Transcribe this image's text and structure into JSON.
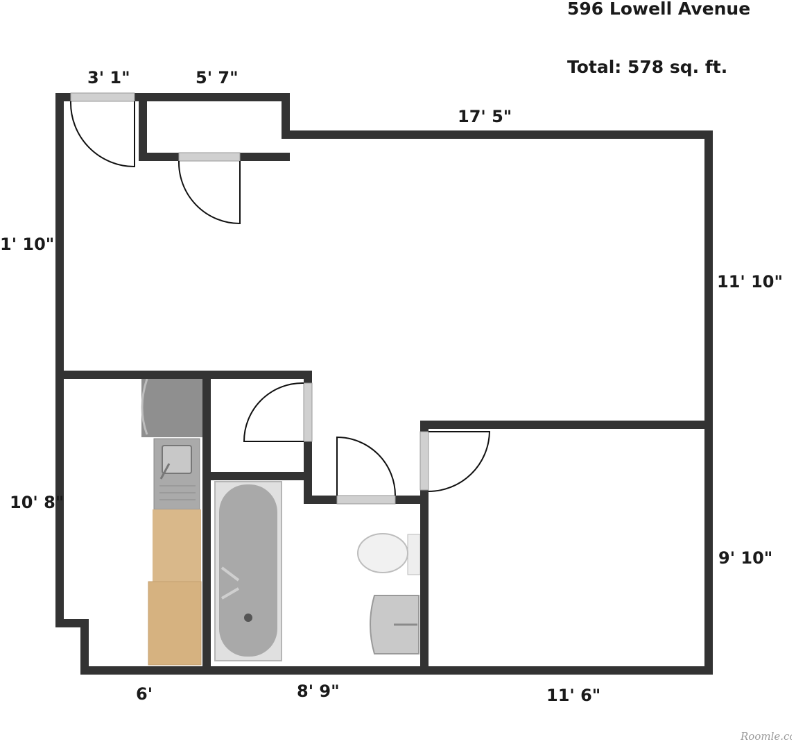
{
  "header": {
    "address": "596 Lowell Avenue",
    "total": "Total: 578 sq. ft."
  },
  "dimensions": {
    "top_closet_left": "3' 1\"",
    "top_closet_right": "5' 7\"",
    "top_main": "17' 5\"",
    "left_upper": "1'  10\"",
    "left_lower": "10' 8\"",
    "right_upper": "11' 10\"",
    "right_lower": "9' 10\"",
    "bottom_left": "6'",
    "bottom_middle": "8' 9\"",
    "bottom_right": "11' 6\""
  },
  "colors": {
    "wall": "#333333",
    "door_frame": "#cccccc",
    "wood": "#d9b88a",
    "fixture_grey": "#9a9a9a"
  },
  "brand": "Roomle.com"
}
